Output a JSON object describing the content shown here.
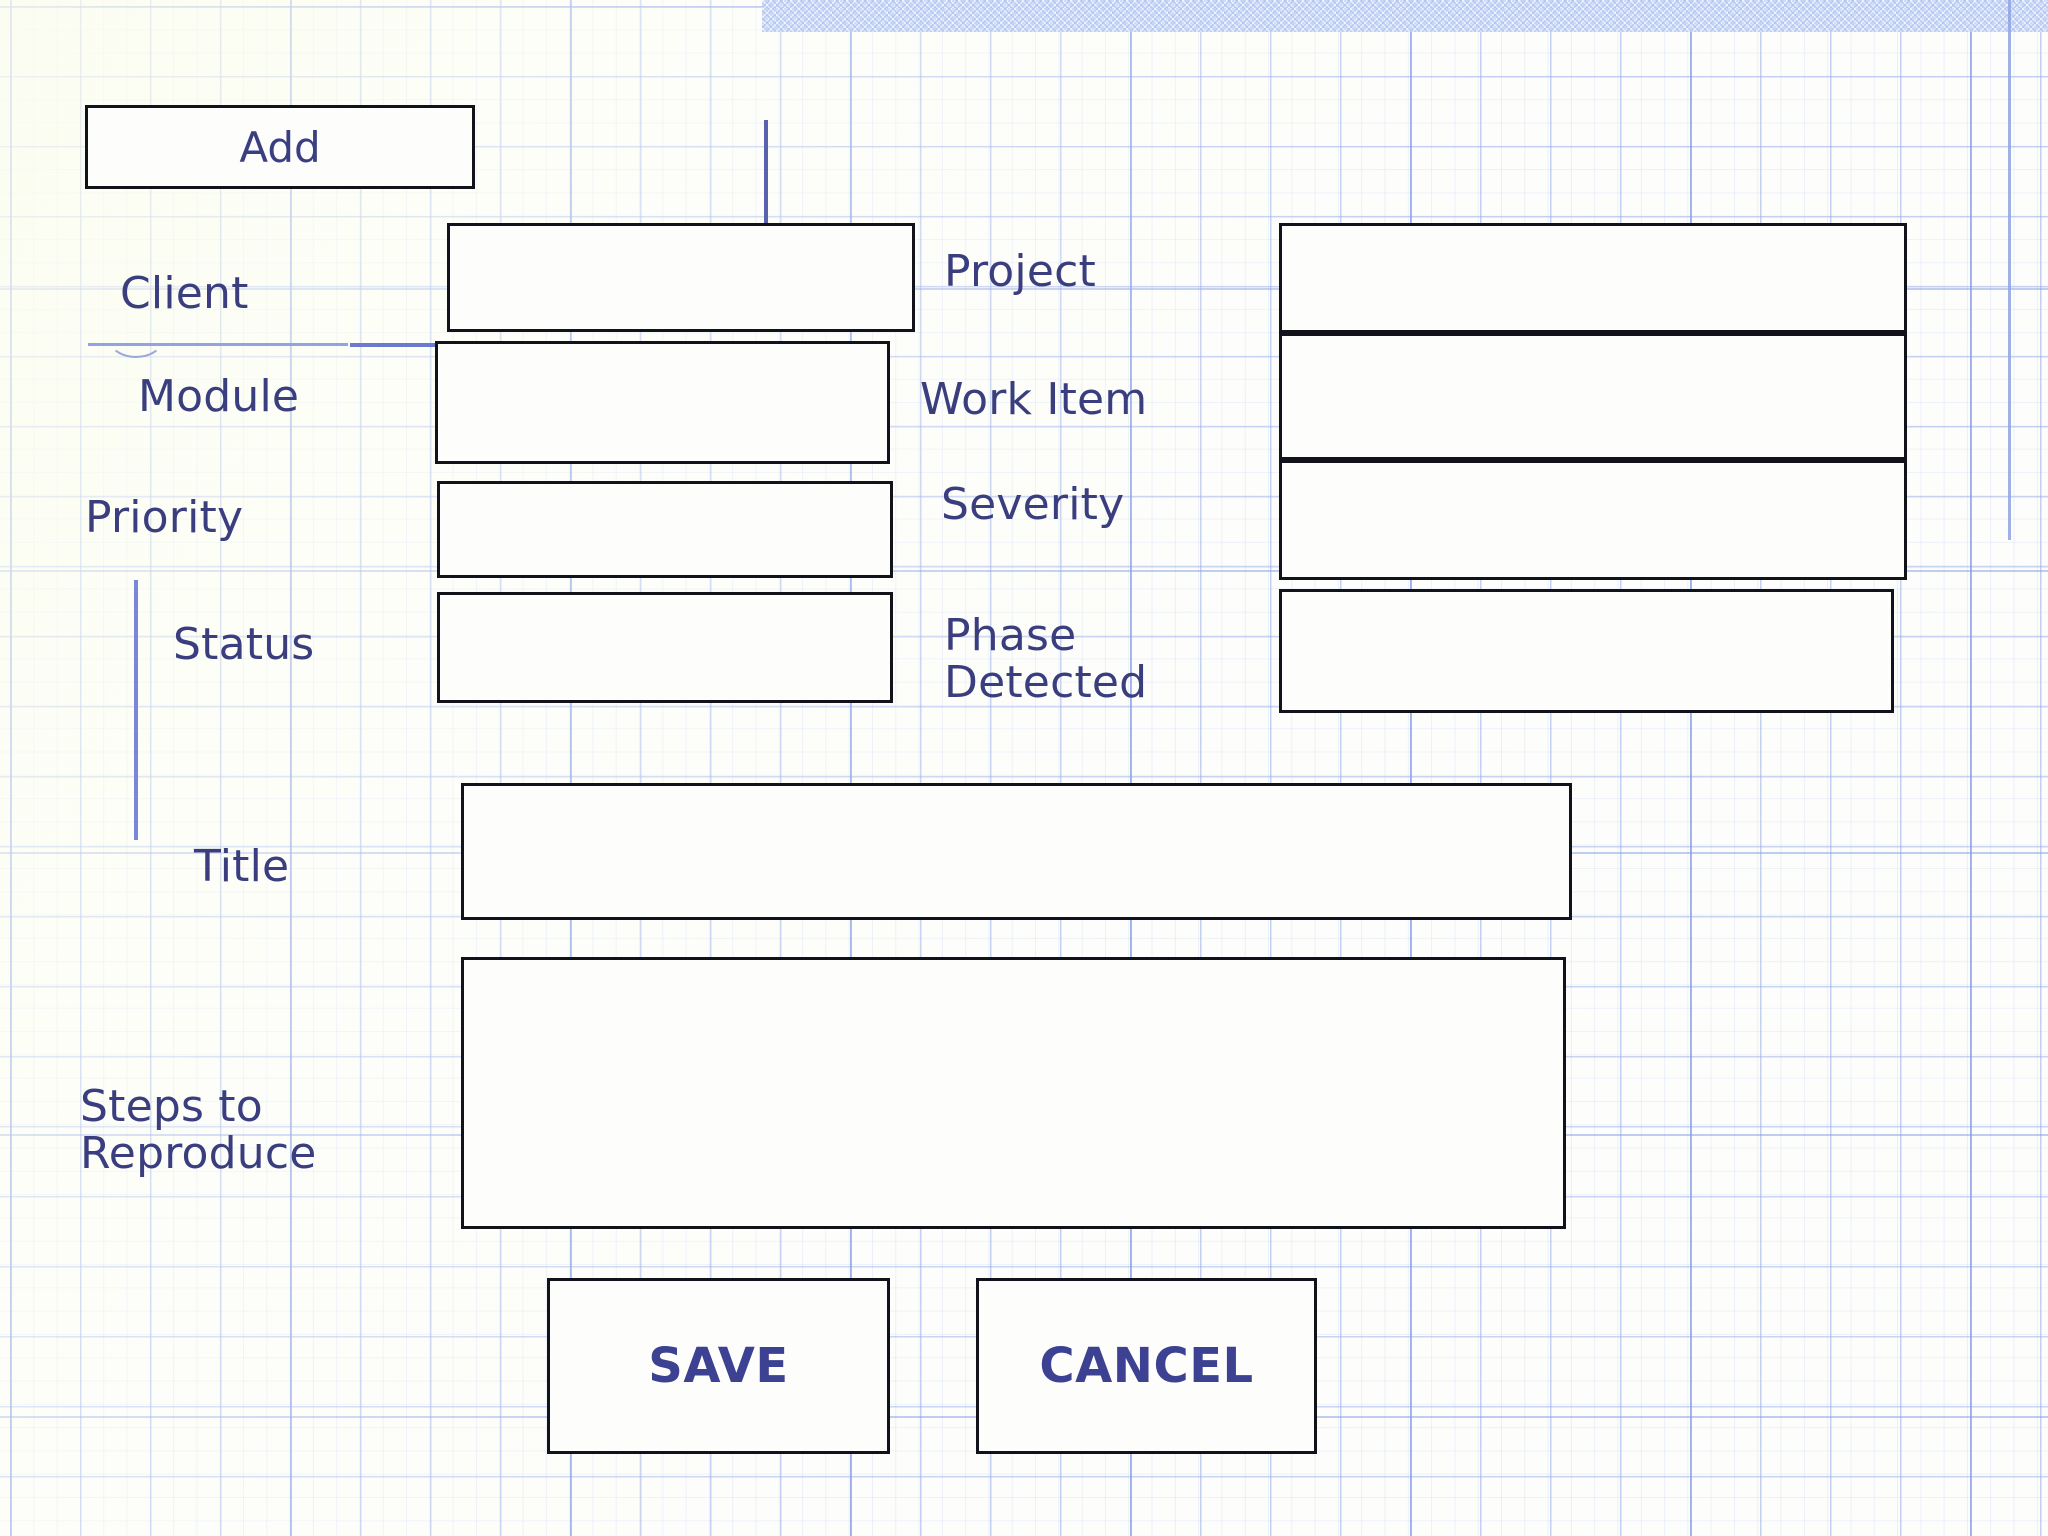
{
  "screen": {
    "kind": "wireframe-sketch",
    "title_area": "Bug / Defect entry form wireframe on graph paper"
  },
  "colors": {
    "ink": "#3a3e7e",
    "outline": "#12131a",
    "grid_minor": "#96aaeb",
    "grid_major": "#829be6",
    "paper": "#fdfefb",
    "button_text": "#3c4191"
  },
  "toolbar": {
    "add_label": "Add"
  },
  "fields": {
    "left_column": [
      {
        "label": "Client",
        "value": "",
        "placeholder": ""
      },
      {
        "label": "Module",
        "value": "",
        "placeholder": ""
      },
      {
        "label": "Priority",
        "value": "",
        "placeholder": ""
      },
      {
        "label": "Status",
        "value": "",
        "placeholder": ""
      }
    ],
    "right_column": [
      {
        "label": "Project",
        "value": "",
        "placeholder": ""
      },
      {
        "label": "Work Item",
        "value": "",
        "placeholder": ""
      },
      {
        "label": "Severity",
        "value": "",
        "placeholder": ""
      },
      {
        "label": "Phase Detected",
        "value": "",
        "placeholder": ""
      }
    ],
    "full_width": [
      {
        "label": "Title",
        "value": "",
        "placeholder": ""
      },
      {
        "label": "Steps to Reproduce",
        "value": "",
        "placeholder": ""
      }
    ]
  },
  "actions": {
    "save_label": "SAVE",
    "cancel_label": "CANCEL"
  }
}
